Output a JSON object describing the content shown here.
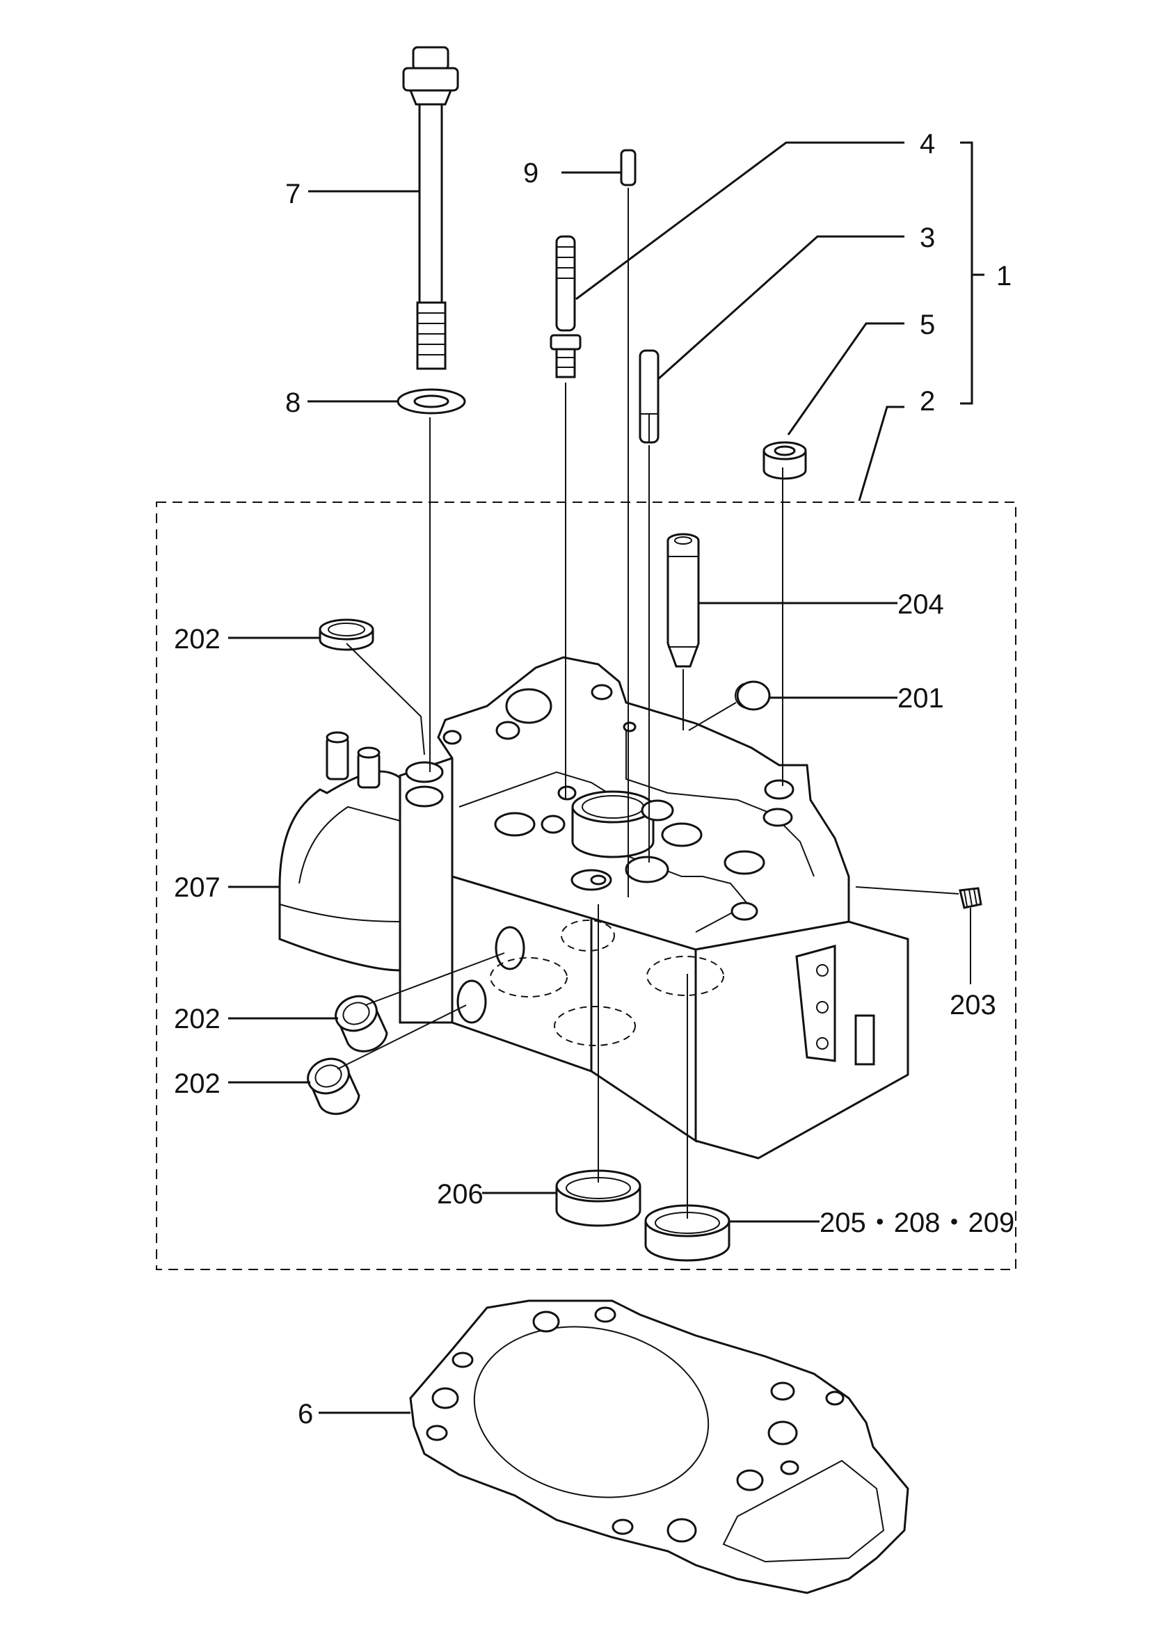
{
  "callouts": {
    "c1": "1",
    "c2": "2",
    "c3": "3",
    "c4": "4",
    "c5": "5",
    "c6": "6",
    "c7": "7",
    "c8": "8",
    "c9": "9",
    "c201": "201",
    "c202a": "202",
    "c202b": "202",
    "c202c": "202",
    "c203": "203",
    "c204": "204",
    "c205": "205・208・209",
    "c206": "206",
    "c207": "207"
  }
}
